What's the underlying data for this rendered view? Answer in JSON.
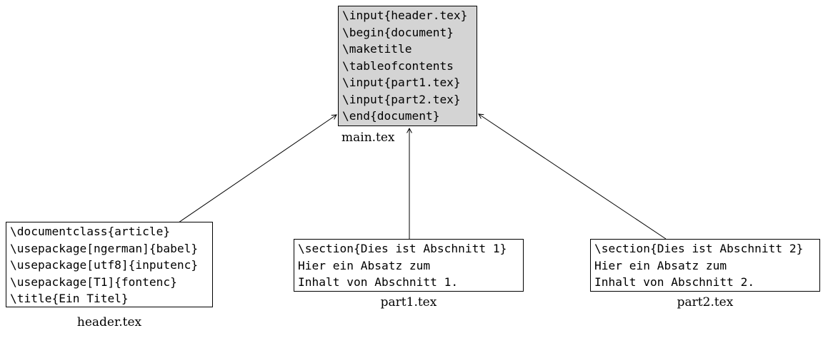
{
  "diagram": {
    "title_hint": "LaTeX project file structure",
    "colors": {
      "background": "#ffffff",
      "border": "#000000",
      "text": "#000000",
      "main_node_fill": "#d4d4d4",
      "child_node_fill": "#ffffff"
    },
    "nodes": {
      "main": {
        "label": "main.tex",
        "lines": [
          "\\input{header.tex}",
          "\\begin{document}",
          "\\maketitle",
          "\\tableofcontents",
          "\\input{part1.tex}",
          "\\input{part2.tex}",
          "\\end{document}"
        ]
      },
      "header": {
        "label": "header.tex",
        "lines": [
          "\\documentclass{article}",
          "\\usepackage[ngerman]{babel}",
          "\\usepackage[utf8]{inputenc}",
          "\\usepackage[T1]{fontenc}",
          "\\title{Ein Titel}"
        ]
      },
      "part1": {
        "label": "part1.tex",
        "lines": [
          "\\section{Dies ist Abschnitt 1}",
          "Hier ein Absatz zum",
          "Inhalt von Abschnitt 1."
        ]
      },
      "part2": {
        "label": "part2.tex",
        "lines": [
          "\\section{Dies ist Abschnitt 2}",
          "Hier ein Absatz zum",
          "Inhalt von Abschnitt 2."
        ]
      }
    },
    "edges": [
      {
        "name": "header-to-main",
        "from": "header.tex",
        "to": "main.tex"
      },
      {
        "name": "part1-to-main",
        "from": "part1.tex",
        "to": "main.tex"
      },
      {
        "name": "part2-to-main",
        "from": "part2.tex",
        "to": "main.tex"
      }
    ]
  }
}
